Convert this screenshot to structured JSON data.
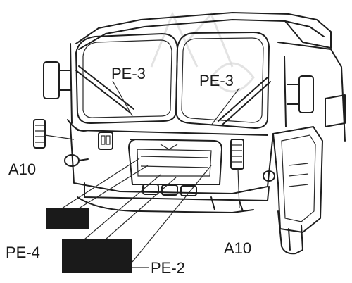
{
  "labels": {
    "pe3_left": "PE-3",
    "pe3_right": "PE-3",
    "a10_left": "A10",
    "a10_right": "A10",
    "pe4": "PE-4",
    "pe2": "PE-2"
  }
}
